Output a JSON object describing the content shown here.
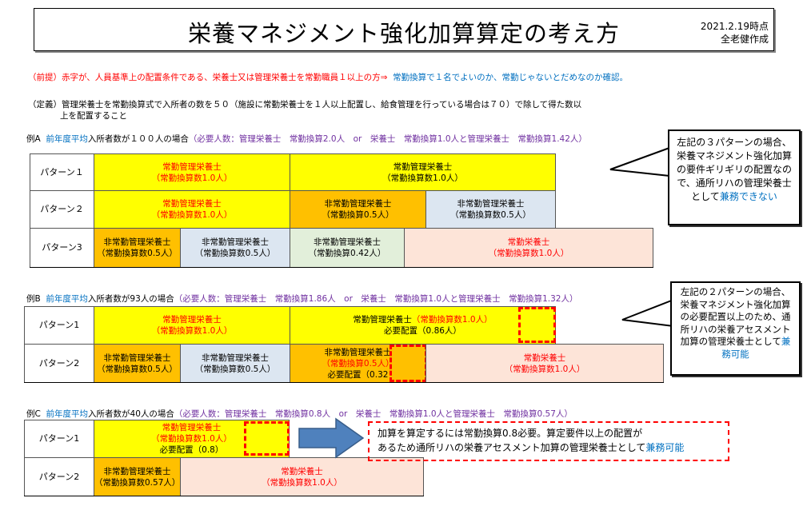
{
  "header": {
    "title": "栄養マネジメント強化加算算定の考え方",
    "date": "2021.2.19時点",
    "author": "全老健作成"
  },
  "premise": {
    "label": "（前提）",
    "red": "赤字が、人員基準上の配置条件である、栄養士又は管理栄養士を常勤職員１以上の方⇒",
    "blue": "常勤換算で１名でよいのか、常勤じゃないとだめなのか確認。"
  },
  "definition": {
    "label": "（定義）",
    "line1": "管理栄養士を常勤換算式で入所者の数を５０（施設に常勤栄養士を１人以上配置し、給食管理を行っている場合は７０）で除して得た数以",
    "line2": "上を配置すること"
  },
  "exampleA": {
    "id": "例A",
    "prefix": "前年度平均",
    "text": "入所者数が１００人の場合",
    "req": "（必要人数：管理栄養士　常勤換算2.0人　or　栄養士　常勤換算1.0人と管理栄養士　常勤換算1.42人）",
    "rows": [
      {
        "label": "パターン１",
        "cells": [
          [
            "常勤管理栄養士",
            "（常勤換算数1.0人）"
          ],
          [
            "常勤管理栄養士",
            "（常勤換算数1.0人）"
          ]
        ]
      },
      {
        "label": "パターン２",
        "cells": [
          [
            "常勤管理栄養士",
            "（常勤換算数1.0人）"
          ],
          [
            "非常勤管理栄養士",
            "（常勤換算0.5人）"
          ],
          [
            "非常勤管理栄養士",
            "（常勤換算数0.5人）"
          ]
        ]
      },
      {
        "label": "パターン3",
        "cells": [
          [
            "非常勤管理栄養士",
            "（常勤換算数0.5人）"
          ],
          [
            "非常勤管理栄養士",
            "（常勤換算数0.5人）"
          ],
          [
            "非常勤管理栄養士",
            "（常勤換算0.42人）"
          ],
          [
            "常勤栄養士",
            "（常勤換算数1.0人）"
          ]
        ]
      }
    ],
    "callout": "左記の３パターンの場合、栄養マネジメント強化加算の要件ギリギリの配置なので、通所リハの管理栄養士として",
    "callout_blue": "兼務できない"
  },
  "exampleB": {
    "id": "例B",
    "prefix": "前年度平均",
    "text": "入所者数が93人の場合",
    "req": "（必要人数：管理栄養士　常勤換算1.86人　or　栄養士　常勤換算1.0人と管理栄養士　常勤換算1.32人）",
    "rows": [
      {
        "label": "パターン1",
        "cells": [
          [
            "常勤管理栄養士",
            "（常勤換算数1.0人）"
          ],
          [
            "常勤管理栄養士",
            "（常勤換算数1.0人）",
            "必要配置（0.86人）"
          ]
        ]
      },
      {
        "label": "パターン2",
        "cells": [
          [
            "非常勤管理栄養士",
            "（常勤換算数0.5人）"
          ],
          [
            "非常勤管理栄養士",
            "（常勤換算数0.5人）"
          ],
          [
            "非常勤管理栄養士",
            "（常勤換算0.5人）",
            "必要配置（0.32"
          ],
          [
            "常勤栄養士",
            "（常勤換算数1.0人）"
          ]
        ]
      }
    ],
    "callout": "左記の２パターンの場合、栄養マネジメント強化加算の必要配置以上のため、通所リハの栄養アセスメント加算の管理栄養士として",
    "callout_blue": "兼務可能"
  },
  "exampleC": {
    "id": "例C",
    "prefix": "前年度平均",
    "text": "入所者数が40人の場合",
    "req": "（必要人数：管理栄養士　常勤換算0.8人　or　栄養士　常勤換算1.0人と管理栄養士　常勤換算0.57人）",
    "rows": [
      {
        "label": "パターン1",
        "cells": [
          [
            "常勤管理栄養士",
            "（常勤換算数1.0人）",
            "必要配置（0.8）"
          ]
        ]
      },
      {
        "label": "パターン2",
        "cells": [
          [
            "非常勤管理栄養士",
            "（常勤換算数0.57人）"
          ],
          [
            "常勤栄養士",
            "（常勤換算数1.0人）"
          ]
        ]
      }
    ],
    "note1": "加算を算定するには常勤換算0.8必要。算定要件以上の配置が",
    "note2": "あるため通所リハの栄養アセスメント加算の管理栄養士として",
    "note_blue": "兼務可能"
  }
}
